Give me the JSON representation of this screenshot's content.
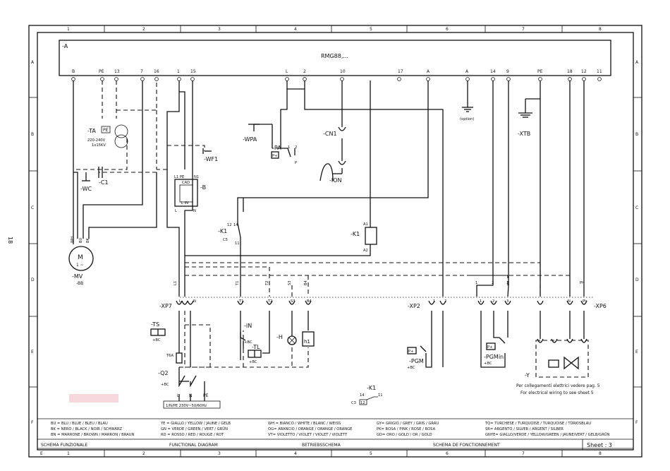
{
  "page_number_side": "18",
  "columns": [
    "1",
    "2",
    "3",
    "4",
    "5",
    "6",
    "7",
    "8"
  ],
  "rows": [
    "A",
    "B",
    "C",
    "D",
    "E",
    "F"
  ],
  "module": {
    "ref": "-A",
    "name": "RMG88,...",
    "terminals": [
      "B",
      "PE",
      "13",
      "7",
      "16",
      "1",
      "15",
      "L",
      "2",
      "10",
      "17",
      "A",
      "A",
      "14",
      "9",
      "PE",
      "18",
      "12",
      "11"
    ]
  },
  "components": {
    "ta": "-TA",
    "ta_pe": "PE",
    "ta_v": "220-240V",
    "ta_kv": "1x15KV",
    "wc": "-WC",
    "c1": "-C1",
    "wf1": "-WF1",
    "b": "-B",
    "cad": "CAD",
    "lpe": "L1 PE",
    "n1": "N1",
    "lin": "L IN",
    "l": "L",
    "n": "N",
    "mv": "-MV",
    "mv_sub": "-BB",
    "m": "M",
    "m_phase": "1 ~",
    "wh": "WH",
    "bu": "BU",
    "bk": "BK",
    "wpa": "-WPA",
    "pa": "-PA",
    "pa1": "1",
    "pa2": "2",
    "pap": "P",
    "pplus": "P+",
    "cn1": "-CN1",
    "ion": "-ION",
    "k1": "-K1",
    "k1_a1": "A1",
    "k1_a2": "A2",
    "k1_12": "12",
    "k1_14": "14",
    "k1_11": "11",
    "k1_c5": "C5",
    "option": "(option)",
    "xtb": "-XTB",
    "xp7": "-XP7",
    "xp2": "-XP2",
    "xp6": "-XP6",
    "xp7_l": "L",
    "xp7_n": "N",
    "xp2_1": "1",
    "xp2_2": "2",
    "xp6_1": "1",
    "xp6_2": "2",
    "xp6_3": "3",
    "xp6_n": "N",
    "xp6_ph": "Ph",
    "w_l1": "L1",
    "w_t1": "T1",
    "w_t2": "T2",
    "w_s3": "S3",
    "w_b4": "B4",
    "w_1": "1",
    "w_2": "2",
    "w_3": "3",
    "w_ph": "Ph",
    "in": "-IN",
    "tl": "-TL",
    "h": "-H",
    "h1": "h1",
    "ts": "-TS",
    "pgm": "-PGM",
    "pgmin": "-PGMin",
    "bc": "+BC",
    "q2": "-Q2",
    "fuse": "T6A",
    "pe": "PE",
    "supply": "1/N/PE 230V~50/60Hz",
    "y": "-Y",
    "y_note_it": "Per collegamenti elettrici vedere pag. 5",
    "y_note_en": "For electrical wiring to see sheet 5",
    "k1_legend": "-K1",
    "k1_c3": "C3",
    "k1_leg_12": "12",
    "k1_leg_14": "14",
    "k1_leg_11": "11"
  },
  "color_legend": [
    [
      "BU = BLU / BLUE / BLEU / BLAU",
      "BK = NERO / BLACK / NOIR / SCHWARZ",
      "BN = MARRONE / BROWN / MARRON / BRAUN"
    ],
    [
      "YE = GIALLO / YELLOW / JAUNE / GELB",
      "GN = VERDE / GREEN / VERT / GRÜN",
      "RD = ROSSO / RED / ROUGE / ROT"
    ],
    [
      "WH = BIANCO / WHITE / BLANC / WEISS",
      "OG= ARANCIO / ORANGE / ORANGE / ORANGE",
      "VT= VIOLETTO / VIOLET / VIOLET / VIOLETT"
    ],
    [
      "GY= GRIGIO / GREY / GRIS / GRAU",
      "PK= ROSA / PINK / ROSE / ROSA",
      "GD= ORO / GOLD / OR / GOLD"
    ],
    [
      "TQ= TURCHESE / TURQUOISE / TURQUOISE / TÜRKISBLAU",
      "SR= ARGENTO / SILVER / ARGENT / SILBER",
      "GNYE= GIALLO/VERDE / YELLOW/GREEN / JAUNE/VERT / GELB/GRÜN"
    ]
  ],
  "title_block": {
    "it": "SCHEMA FUNZIONALE",
    "en": "FUNCTIONAL DIAGRAM",
    "de": "BETRIEBSSCHEMA",
    "fr": "SCHEMA DE FONCTIONNEMENT",
    "sheet": "Sheet : 3",
    "corner": "E"
  }
}
